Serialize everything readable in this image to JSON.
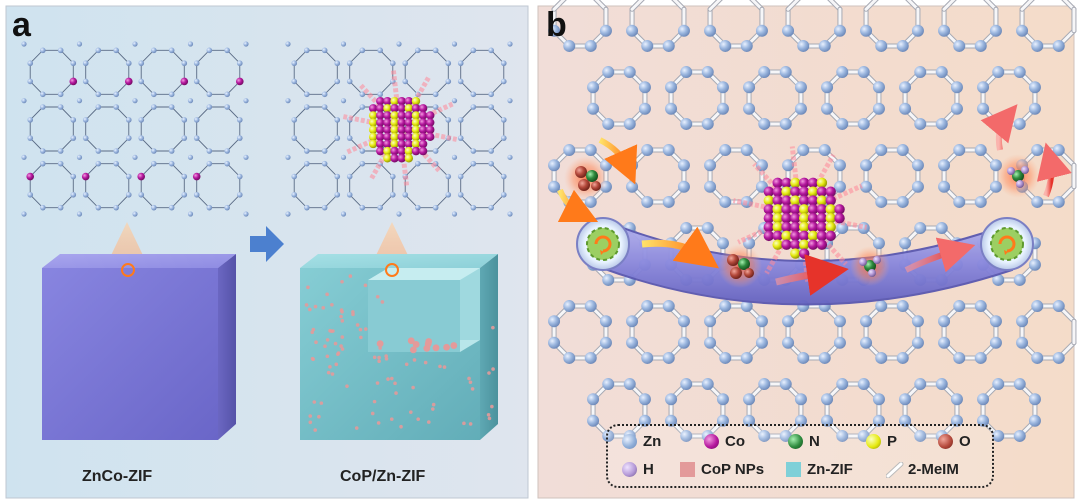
{
  "panel_a": {
    "label": "a",
    "left_caption": "ZnCo-ZIF",
    "right_caption": "CoP/Zn-ZIF"
  },
  "panel_b": {
    "label": "b"
  },
  "legend": {
    "items": [
      {
        "label": "Zn",
        "color": "#8faed8",
        "shape": "ball"
      },
      {
        "label": "Co",
        "color": "#b5179e",
        "shape": "ball"
      },
      {
        "label": "N",
        "color": "#2e8b3e",
        "shape": "ball"
      },
      {
        "label": "P",
        "color": "#e6ea12",
        "shape": "ball"
      },
      {
        "label": "O",
        "color": "#b54a3c",
        "shape": "ball"
      },
      {
        "label": "H",
        "color": "#b59ad8",
        "shape": "ball"
      },
      {
        "label": "CoP NPs",
        "color": "#e39a9a",
        "shape": "square"
      },
      {
        "label": "Zn-ZIF",
        "color": "#7fd0d8",
        "shape": "square"
      },
      {
        "label": "2-MeIM",
        "color": "#ffffff",
        "shape": "stick"
      }
    ]
  },
  "colors": {
    "zn": "#8faed8",
    "co": "#b5179e",
    "p": "#e6ea12",
    "cube_left": "#7a78d6",
    "cube_right": "#74bfc8",
    "transport_bar": "#8c8ee0",
    "arrow_blue": "#4c80cf"
  }
}
